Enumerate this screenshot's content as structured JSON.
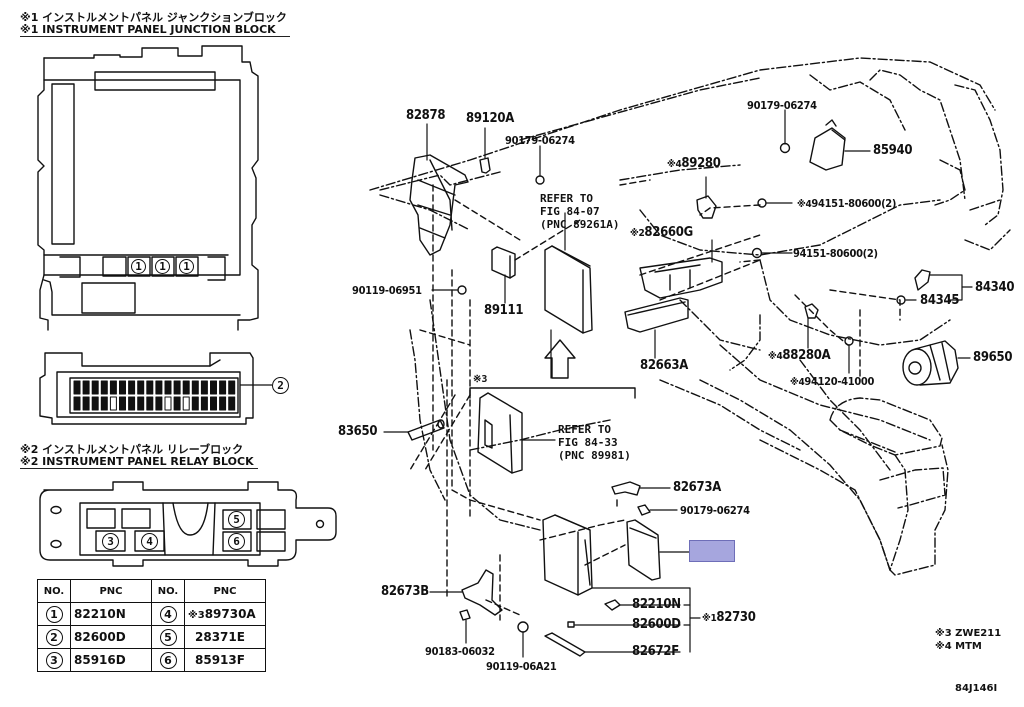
{
  "left_panel": {
    "junction_block": {
      "title_jp": "※1 インストルメントパネル ジャンクションブロック",
      "title_en": "※1 INSTRUMENT PANEL JUNCTION BLOCK",
      "fuse_marks": [
        "1",
        "1",
        "1"
      ],
      "connector_callout": "2"
    },
    "relay_block": {
      "title_jp": "※2 インストルメントパネル リレーブロック",
      "title_en": "※2 INSTRUMENT PANEL RELAY BLOCK",
      "relay_marks": [
        "3",
        "4",
        "5",
        "6"
      ]
    },
    "pnc_table": {
      "headers": [
        "NO.",
        "PNC",
        "NO.",
        "PNC"
      ],
      "rows": [
        {
          "no1": "1",
          "pnc1": "82210N",
          "no2": "4",
          "pnc2_note": "※3",
          "pnc2": "89730A"
        },
        {
          "no1": "2",
          "pnc1": "82600D",
          "no2": "5",
          "pnc2_note": "",
          "pnc2": "28371E"
        },
        {
          "no1": "3",
          "pnc1": "85916D",
          "no2": "6",
          "pnc2_note": "",
          "pnc2": "85913F"
        }
      ]
    }
  },
  "parts": {
    "p82878": "82878",
    "p89120A": "89120A",
    "p90179_a": "90179-06274",
    "ref_a": {
      "line1": "REFER TO",
      "line2": "FIG 84-07",
      "line3": "(PNC 89261A)"
    },
    "p90179_b": "90179-06274",
    "p85940": "85940",
    "p89280": {
      "mark": "※4",
      "num": "89280"
    },
    "p94151_a": {
      "mark": "※4",
      "num": "94151-80600(2)"
    },
    "p82660G": {
      "mark": "※2",
      "num": "82660G"
    },
    "p94151_b": "94151-80600(2)",
    "p84340": "84340",
    "p84345": "84345",
    "p90119_06951": "90119-06951",
    "p89111": "89111",
    "p82663A": "82663A",
    "p88280A": {
      "mark": "※4",
      "num": "88280A"
    },
    "p94120": {
      "mark": "※4",
      "num": "94120-41000"
    },
    "p89650": "89650",
    "note3": "※3",
    "p83650": "83650",
    "ref_b": {
      "line1": "REFER TO",
      "line2": "FIG 84-33",
      "line3": "(PNC 89981)"
    },
    "p82673A": "82673A",
    "p90179_c": "90179-06274",
    "p82673B": "82673B",
    "p82210N": "82210N",
    "p82730": {
      "mark": "※1",
      "num": "82730"
    },
    "p82600D": "82600D",
    "p82672F": "82672F",
    "p90183": "90183-06032",
    "p90119_06A21": "90119-06A21"
  },
  "footnotes": {
    "n3": "※3 ZWE211",
    "n4": "※4 MTM",
    "figure_id": "84J146I"
  },
  "colors": {
    "highlight_fill": "#a6a6de",
    "highlight_border": "#6e6eb8",
    "line": "#111111"
  }
}
